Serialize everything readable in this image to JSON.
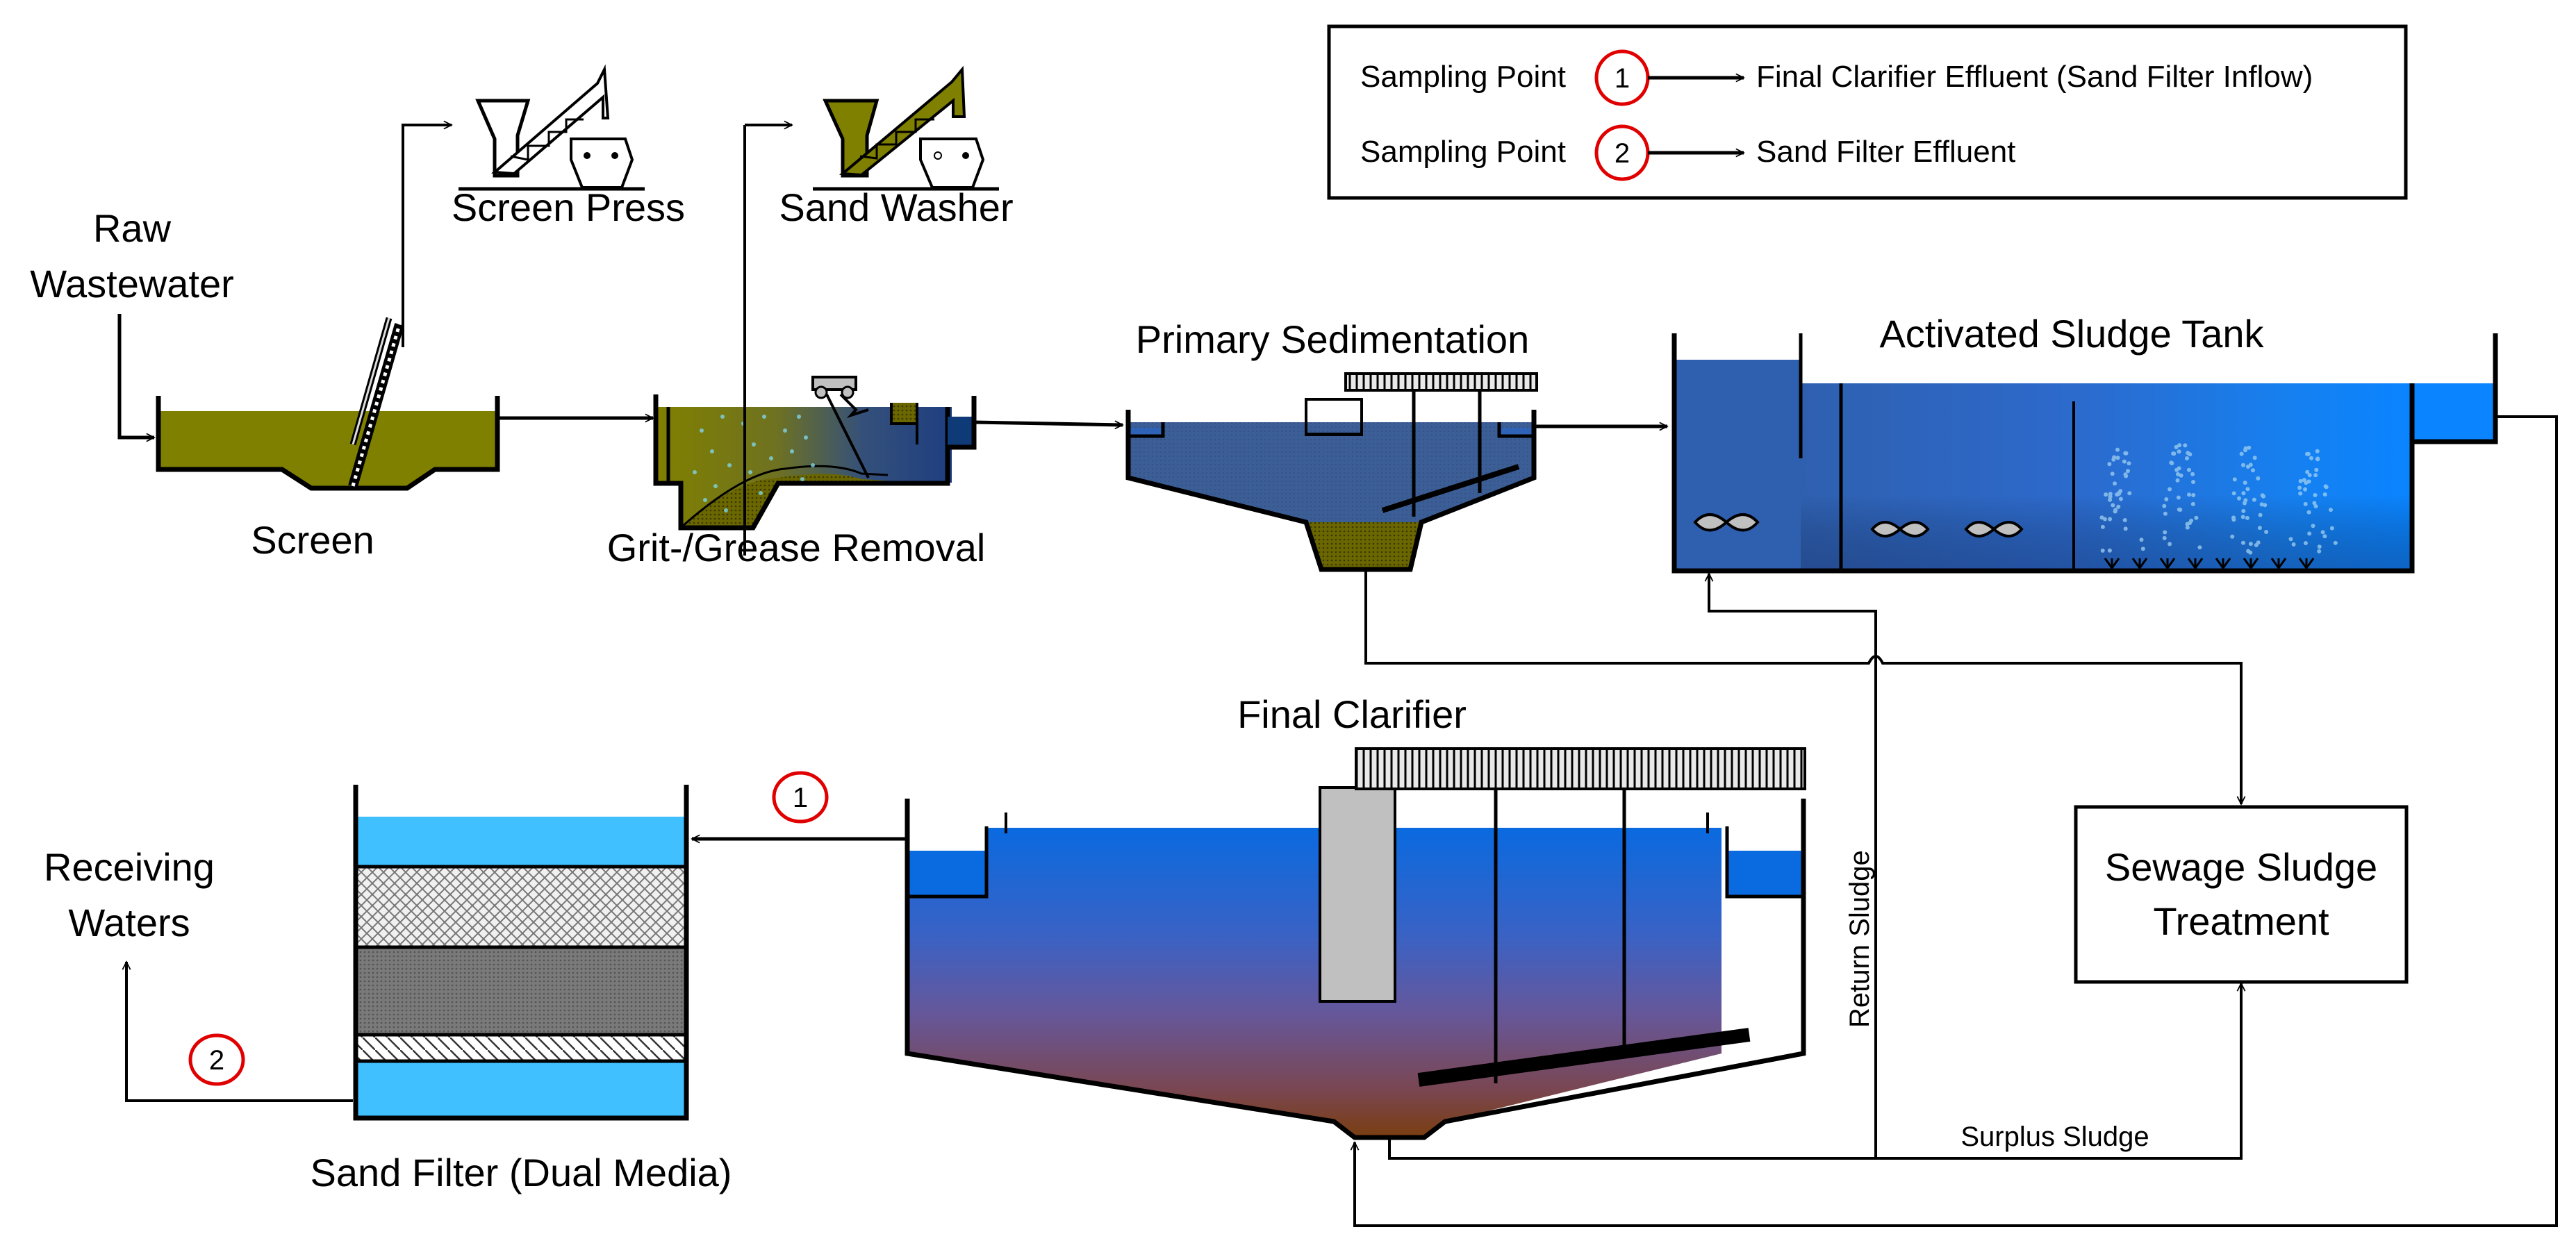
{
  "diagram": {
    "title": "Wastewater treatment plant process flow",
    "colors": {
      "raw_sludge_olive": "#808000",
      "dark_olive": "#4a4600",
      "primary_blue": "#3a5f9a",
      "aeration_blue": "#2f63b8",
      "bright_blue": "#0a84ff",
      "clarifier_top": "#0a6ae0",
      "clarifier_bottom": "#7a3e10",
      "filter_water": "#40c0ff",
      "sampling_red": "#e00000",
      "bridge_gray": "#c0c0c0"
    },
    "labels": {
      "raw_wastewater_line1": "Raw",
      "raw_wastewater_line2": "Wastewater",
      "screen": "Screen",
      "screen_press": "Screen Press",
      "sand_washer": "Sand Washer",
      "grit_grease_removal": "Grit-/Grease Removal",
      "primary_sedimentation": "Primary Sedimentation",
      "activated_sludge_tank": "Activated Sludge Tank",
      "final_clarifier": "Final Clarifier",
      "sand_filter": "Sand Filter (Dual Media)",
      "receiving_waters_line1": "Receiving",
      "receiving_waters_line2": "Waters",
      "sewage_sludge_line1": "Sewage Sludge",
      "sewage_sludge_line2": "Treatment",
      "return_sludge": "Return Sludge",
      "surplus_sludge": "Surplus Sludge"
    },
    "sampling_points": [
      {
        "number": "1",
        "prefix": "Sampling Point",
        "description": "Final Clarifier Effluent (Sand Filter Inflow)"
      },
      {
        "number": "2",
        "prefix": "Sampling Point",
        "description": "Sand Filter Effluent"
      }
    ]
  }
}
